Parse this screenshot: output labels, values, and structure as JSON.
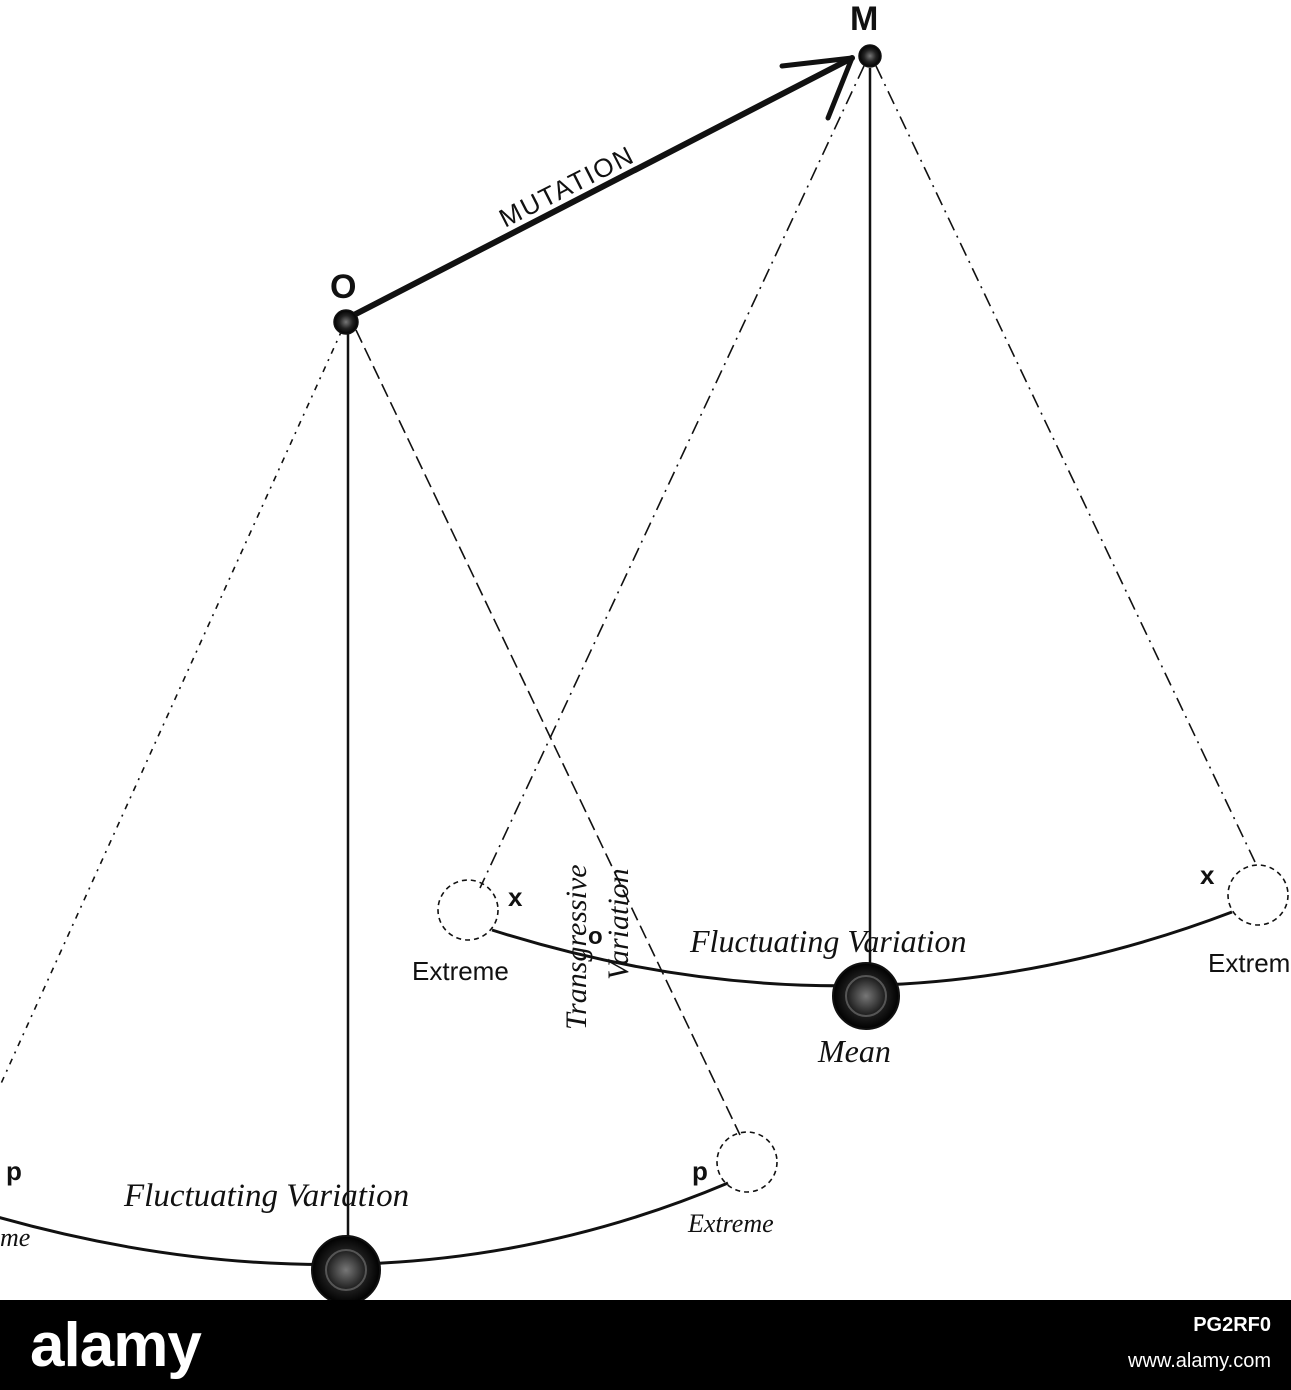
{
  "diagram": {
    "node_m": "M",
    "node_o": "O",
    "arrow_label": "MUTATION",
    "transgressive_line1": "Transgressive",
    "transgressive_line2": "Variation",
    "upper_arc": {
      "label": "Fluctuating Variation",
      "left_marker": "x",
      "left_extreme": "Extreme",
      "right_marker": "x",
      "right_extreme": "Extrem",
      "mean": "Mean",
      "small_marker": "o"
    },
    "lower_arc": {
      "label": "Fluctuating Variation",
      "left_marker": "p",
      "left_extreme": "me",
      "right_marker": "p",
      "right_extreme": "Extreme"
    }
  },
  "footer": {
    "brand": "alamy",
    "image_id": "PG2RF0",
    "url": "www.alamy.com"
  },
  "colors": {
    "ink": "#111111",
    "footer_bg": "#000000",
    "footer_text": "#ffffff"
  }
}
